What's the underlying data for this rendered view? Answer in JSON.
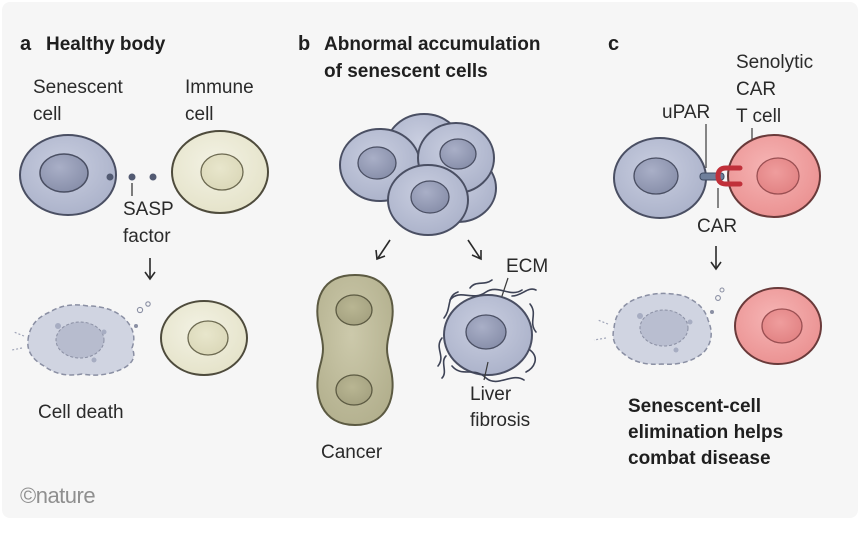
{
  "panels": {
    "a": {
      "letter": "a",
      "title": "Healthy body",
      "senescent_label": [
        "Senescent",
        "cell"
      ],
      "immune_label": [
        "Immune",
        "cell"
      ],
      "sasp_label": [
        "SASP",
        "factor"
      ],
      "outcome": "Cell death"
    },
    "b": {
      "letter": "b",
      "title": [
        "Abnormal accumulation",
        "of senescent cells"
      ],
      "cancer": "Cancer",
      "ecm": "ECM",
      "fibrosis": [
        "Liver",
        "fibrosis"
      ]
    },
    "c": {
      "letter": "c",
      "tcell_label": [
        "Senolytic",
        "CAR",
        "T cell"
      ],
      "upar": "uPAR",
      "car": "CAR",
      "conclusion": [
        "Senescent-cell",
        "elimination helps",
        "combat disease"
      ]
    }
  },
  "credit": "©nature",
  "colors": {
    "senescent": "#b7bdd3",
    "senescent_nucleus": "#9aa1bc",
    "immune": "#ecebd7",
    "cancer": "#c3c0a0",
    "car_tcell": "#f2a5a5",
    "car_receptor": "#c0303a",
    "upar": "#6e7f9b",
    "panel_bg": "#f6f6f6"
  }
}
